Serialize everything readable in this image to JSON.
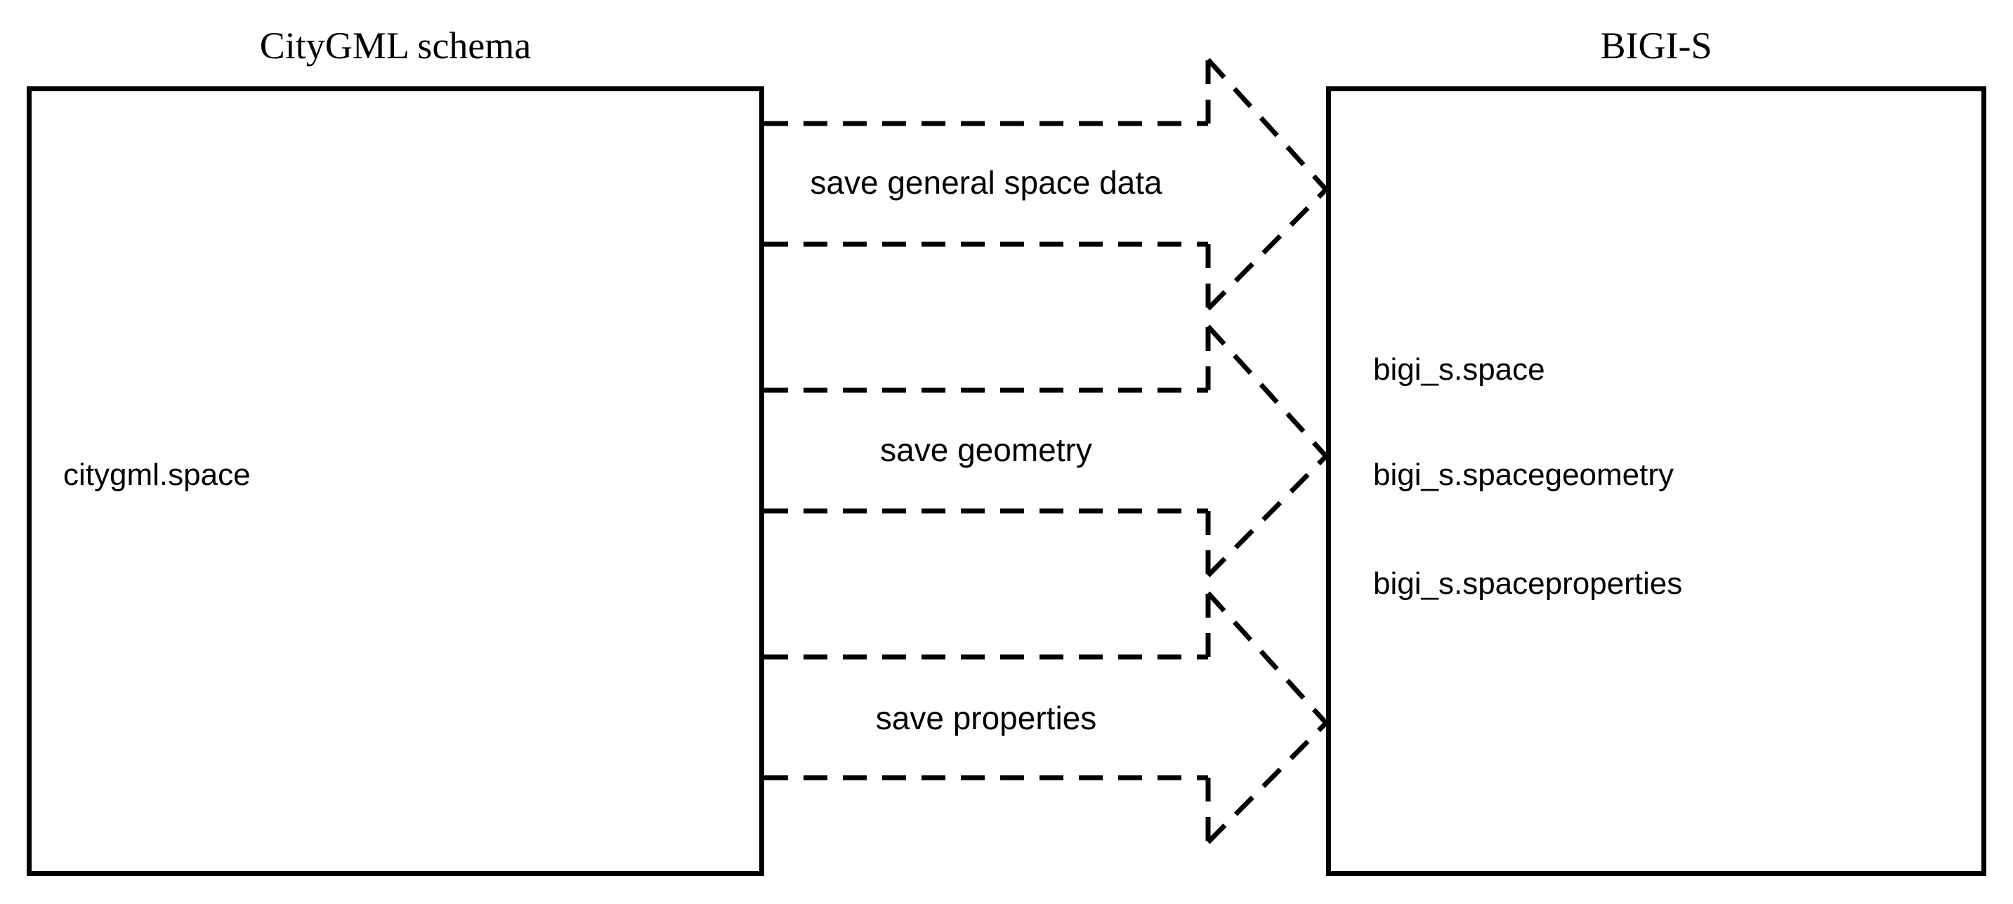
{
  "diagram": {
    "background_color": "#fdfeff",
    "line_color": "#000000",
    "left_entity": {
      "title": "CityGML schema",
      "label": "citygml.space"
    },
    "right_entity": {
      "title": "BIGI-S",
      "labels": [
        "bigi_s.space",
        "bigi_s.spacegeometry",
        "bigi_s.spaceproperties"
      ]
    },
    "flows": [
      {
        "label": "save general space data"
      },
      {
        "label": "save geometry"
      },
      {
        "label": "save properties"
      }
    ]
  }
}
